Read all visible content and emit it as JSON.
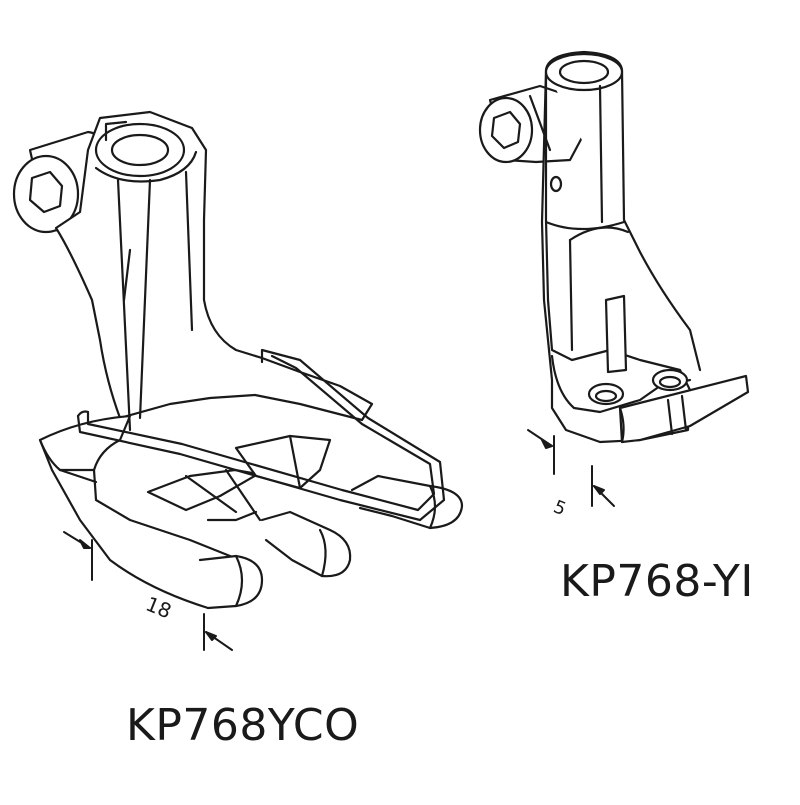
{
  "parts": [
    {
      "id": "left",
      "model": "KP768YCO",
      "dimension": "18"
    },
    {
      "id": "right",
      "model": "KP768-YI",
      "dimension": "5"
    }
  ],
  "colors": {
    "line": "#1a1a1a",
    "background": "#ffffff"
  }
}
